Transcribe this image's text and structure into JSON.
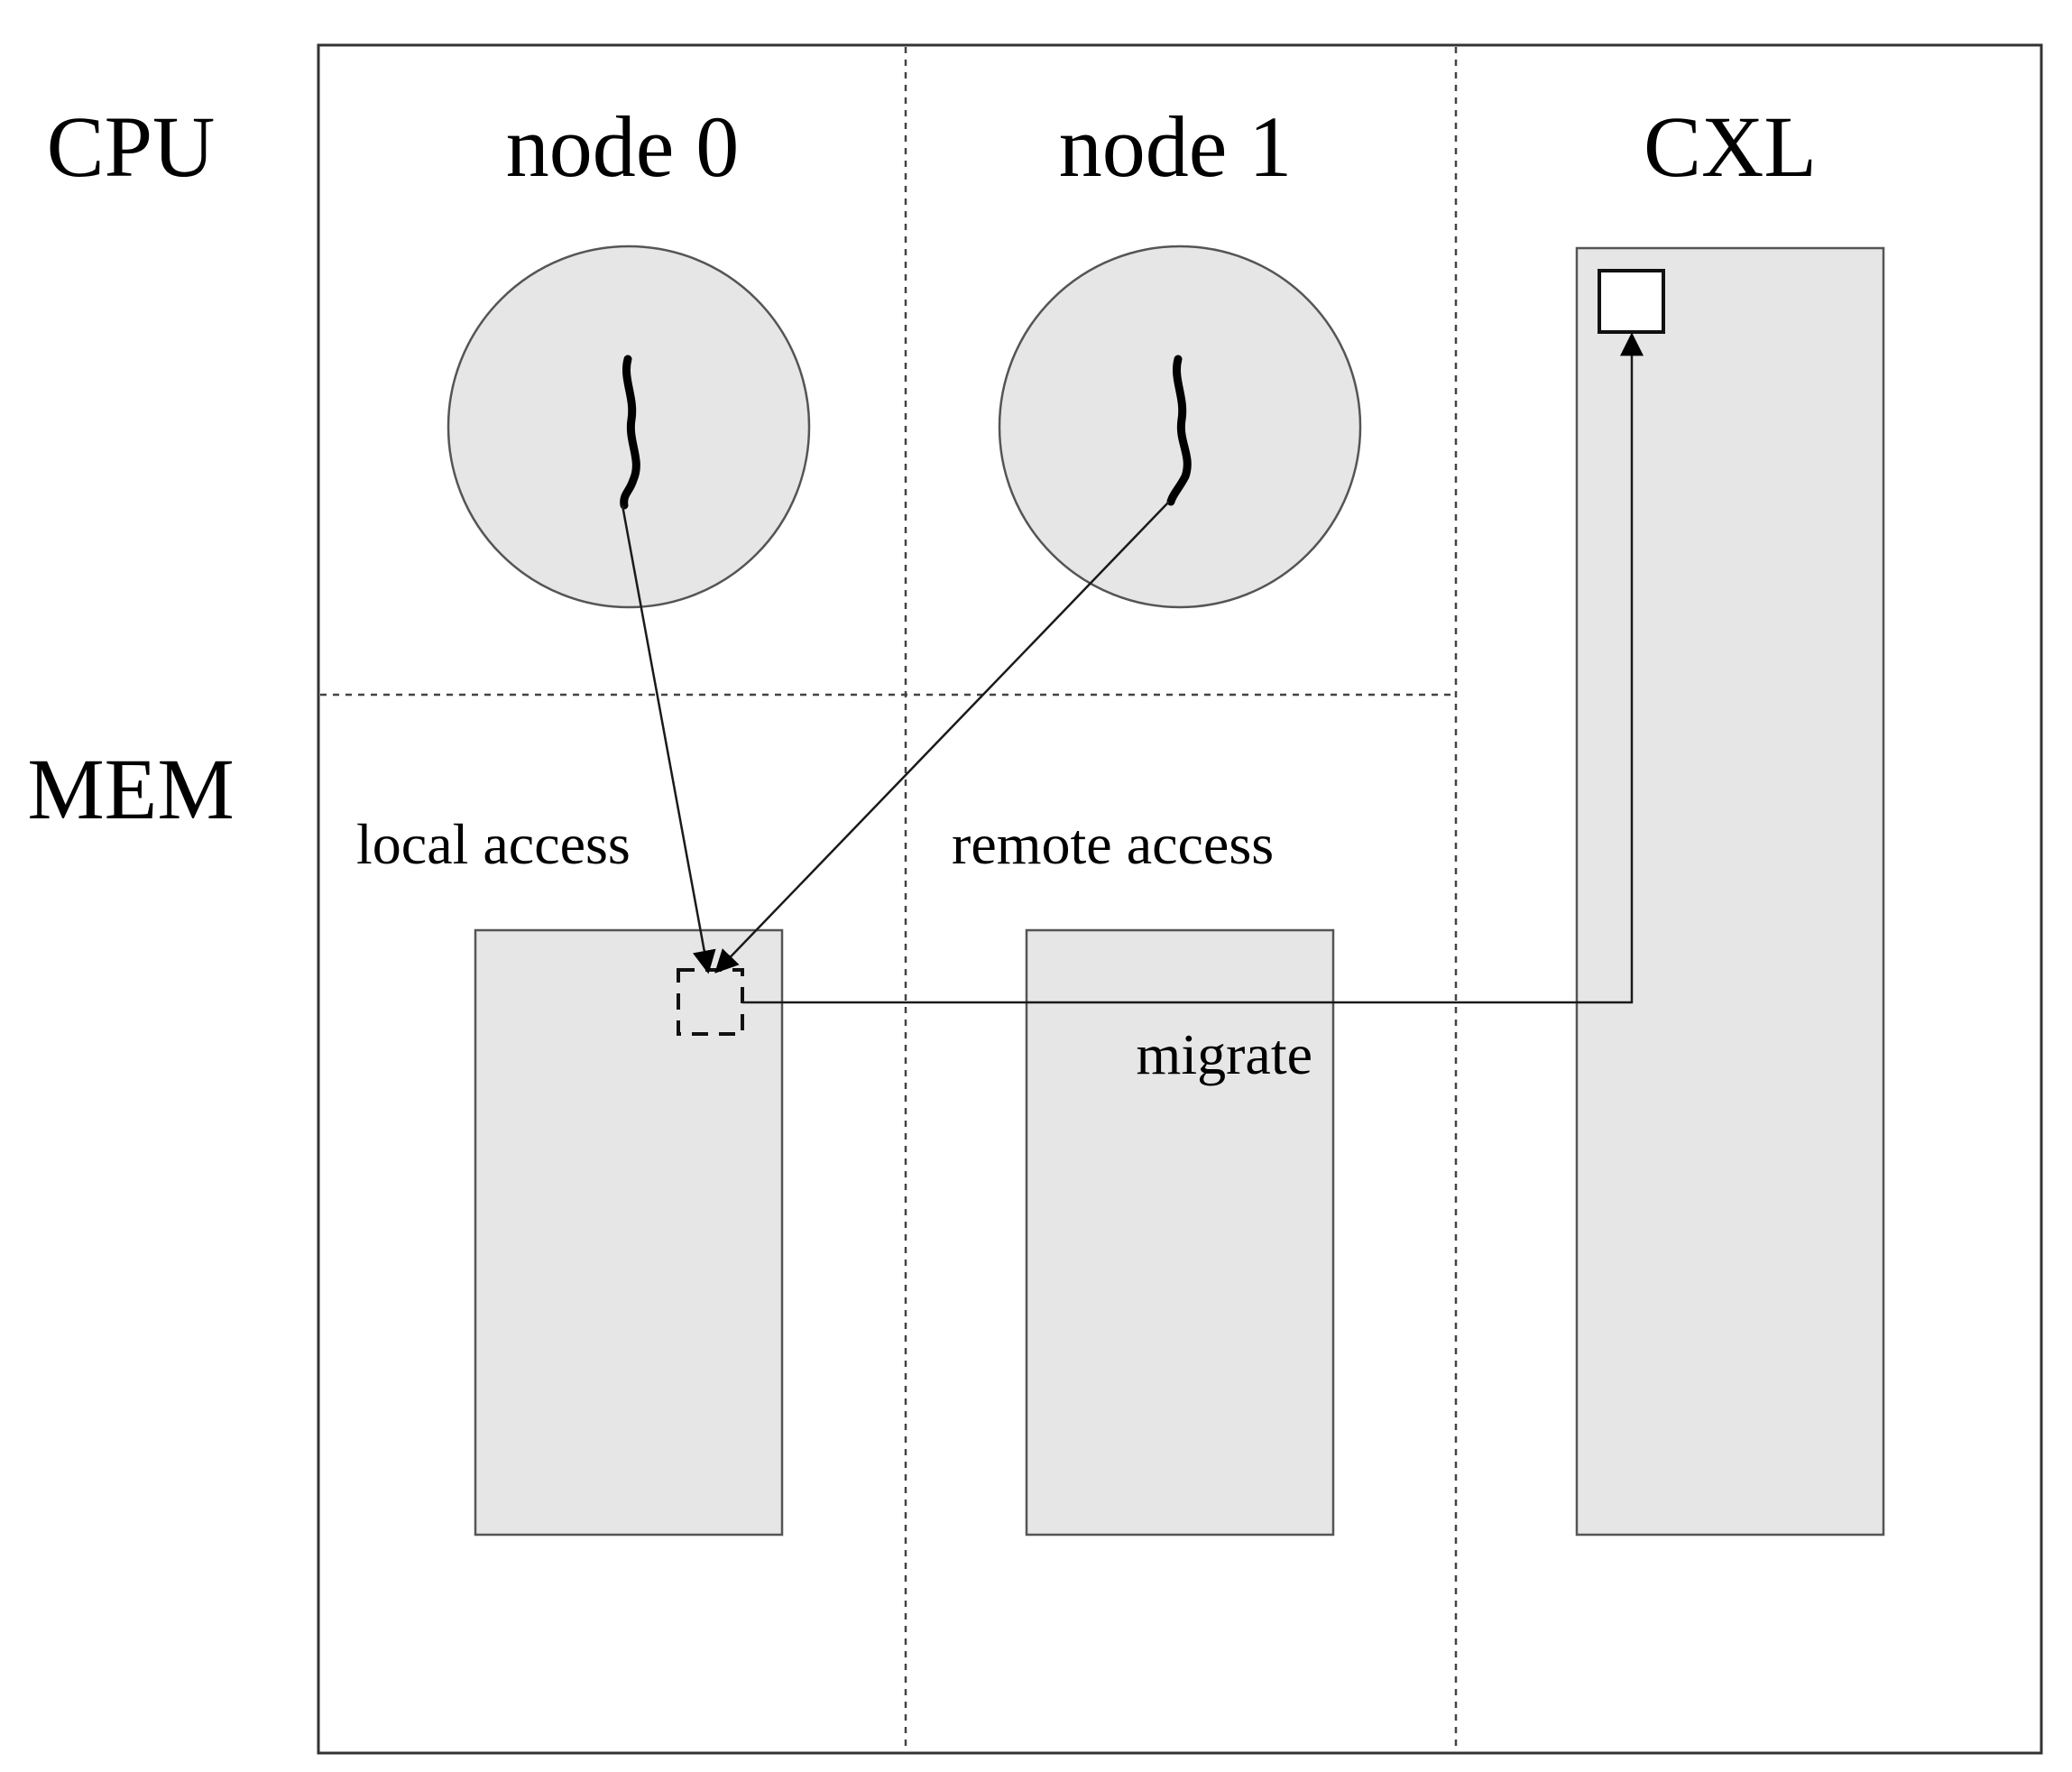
{
  "labels": {
    "cpu": "CPU",
    "mem": "MEM",
    "node0": "node 0",
    "node1": "node 1",
    "cxl": "CXL",
    "local_access": "local access",
    "remote_access": "remote access",
    "migrate": "migrate"
  },
  "colors": {
    "fill": "#e6e6e6",
    "stroke": "#555555",
    "background": "#ffffff"
  },
  "icons": {
    "cpu_thread": "thread-icon"
  }
}
